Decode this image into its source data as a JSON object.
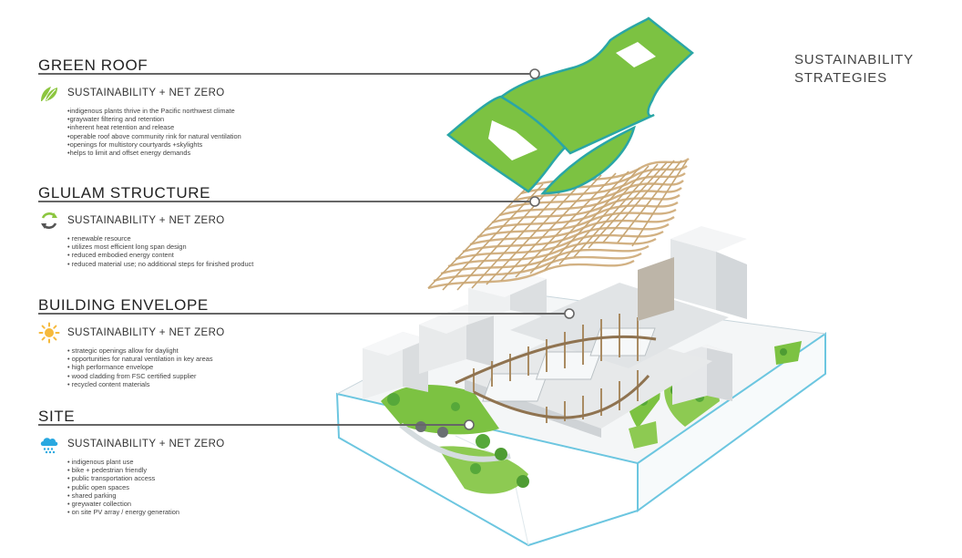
{
  "page_title": {
    "line1": "SUSTAINABILITY",
    "line2": "STRATEGIES"
  },
  "colors": {
    "roof_green": "#7cc242",
    "roof_edge": "#2aa6a6",
    "glulam": "#d8b98a",
    "site_outline": "#6cc6e0",
    "leader_line": "#666666",
    "leaf_icon": "#8cc63f",
    "sun_icon": "#f6b93b",
    "cloud_icon": "#29a8e0"
  },
  "sections": [
    {
      "title": "GREEN ROOF",
      "icon": "leaf-icon",
      "subtitle": "SUSTAINABILITY + NET ZERO",
      "bullets": [
        "•indigenous plants thrive in the Pacific northwest climate",
        "•graywater filtering and retention",
        "•inherent heat retention and release",
        "•operable roof above community rink for natural ventilation",
        "•openings for multistory courtyards +skylights",
        "•helps to limit and offset energy demands"
      ]
    },
    {
      "title": "GLULAM STRUCTURE",
      "icon": "recycle-icon",
      "subtitle": "SUSTAINABILITY + NET ZERO",
      "bullets": [
        "• renewable resource",
        "• utilizes most efficient long span design",
        "• reduced embodied energy content",
        "• reduced material use; no additional steps for finished product"
      ]
    },
    {
      "title": "BUILDING ENVELOPE",
      "icon": "sun-icon",
      "subtitle": "SUSTAINABILITY + NET ZERO",
      "bullets": [
        "• strategic openings allow for daylight",
        "• opportunities for natural ventilation in key areas",
        "• high performance envelope",
        "• wood cladding from FSC certified supplier",
        "• recycled content materials"
      ]
    },
    {
      "title": "SITE",
      "icon": "rain-cloud-icon",
      "subtitle": "SUSTAINABILITY + NET ZERO",
      "bullets": [
        "• indigenous plant use",
        "• bike + pedestrian friendly",
        "• public transportation access",
        "• public open spaces",
        "• shared parking",
        "• greywater collection",
        "• on site PV array / energy generation"
      ]
    }
  ]
}
